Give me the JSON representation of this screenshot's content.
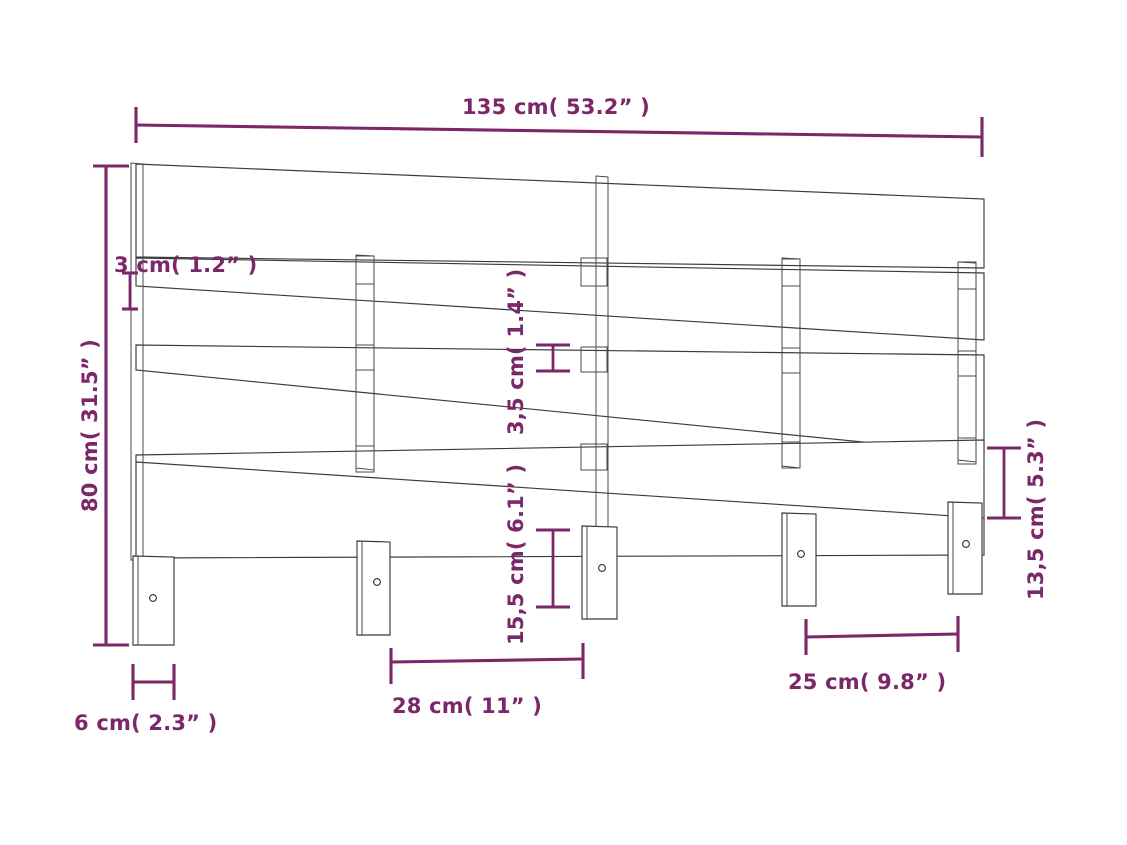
{
  "drawing": {
    "title": "Headboard technical dimension drawing",
    "subject": "wooden slatted headboard",
    "line_color": "#3a3a3a",
    "dimension_color": "#7B2768",
    "background_color": "#ffffff",
    "units": "cm (inches)"
  },
  "dimensions": {
    "overall_width": {
      "label": "135 cm( 53.2” )",
      "value_cm": 135,
      "value_in": 53.2,
      "orientation": "horizontal",
      "position": "top"
    },
    "overall_height": {
      "label": "80 cm( 31.5” )",
      "value_cm": 80,
      "value_in": 31.5,
      "orientation": "vertical",
      "position": "left"
    },
    "slat_thickness": {
      "label": "3 cm( 1.2” )",
      "value_cm": 3,
      "value_in": 1.2,
      "orientation": "vertical",
      "position": "upper-left"
    },
    "slat_gap": {
      "label": "3,5 cm( 1.4” )",
      "value_cm": 3.5,
      "value_in": 1.4,
      "orientation": "vertical",
      "position": "center"
    },
    "leg_length": {
      "label": "15,5 cm( 6.1” )",
      "value_cm": 15.5,
      "value_in": 6.1,
      "orientation": "vertical",
      "position": "center-lower"
    },
    "bottom_slat_height": {
      "label": "13,5 cm( 5.3” )",
      "value_cm": 13.5,
      "value_in": 5.3,
      "orientation": "vertical",
      "position": "right"
    },
    "leg_width": {
      "label": "6 cm( 2.3” )",
      "value_cm": 6,
      "value_in": 2.3,
      "orientation": "horizontal",
      "position": "bottom-left"
    },
    "leg_spacing_left": {
      "label": "28 cm( 11” )",
      "value_cm": 28,
      "value_in": 11,
      "orientation": "horizontal",
      "position": "bottom-center-left"
    },
    "leg_spacing_right": {
      "label": "25 cm( 9.8” )",
      "value_cm": 25,
      "value_in": 9.8,
      "orientation": "horizontal",
      "position": "bottom-center-right"
    }
  },
  "parts": {
    "slat_count": 5,
    "leg_count": 5,
    "post_count": 4,
    "screw_hole_count": 5
  }
}
